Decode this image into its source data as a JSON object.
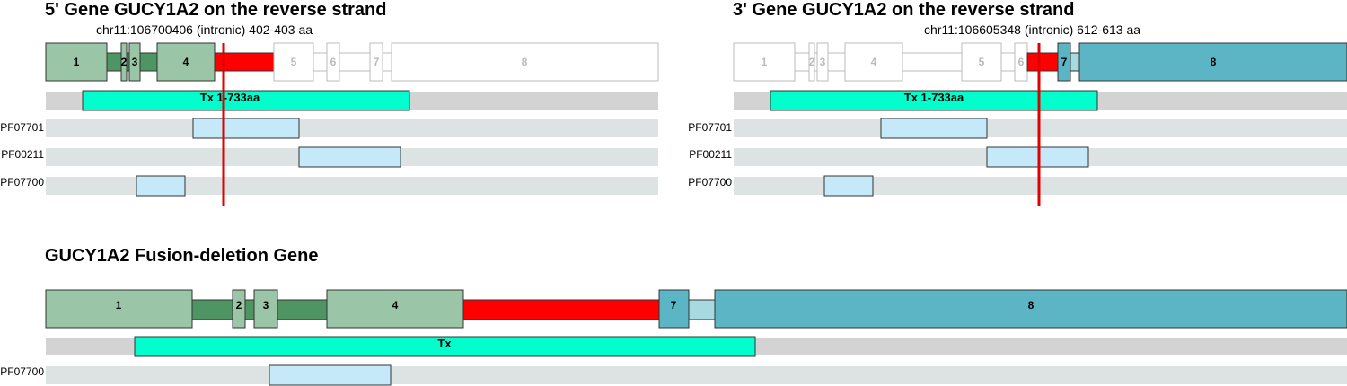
{
  "colors": {
    "exon_5p": "#9bc5a7",
    "intron_5p": "#4f9564",
    "exon_3p": "#5cb5c5",
    "intron_3p": "#a7d9e0",
    "outline_exon": "#bbbbbb",
    "breakpoint_segment": "#ff0000",
    "breakpoint_line": "#e00000",
    "track_gray": "#d3d3d3",
    "track_light": "#dde3e3",
    "tx_box": "#00ffcc",
    "domain_box": "#c6e9fa"
  },
  "panel_5p": {
    "title": "5' Gene GUCY1A2 on the reverse strand",
    "subtitle": "chr11:106700406 (intronic) 402-403 aa",
    "tx_label": "Tx 1-733aa",
    "exon_labels": [
      "1",
      "2",
      "3",
      "4",
      "5",
      "6",
      "7",
      "8"
    ],
    "domains": [
      "PF07701",
      "PF00211",
      "PF07700"
    ]
  },
  "panel_3p": {
    "title": "3' Gene GUCY1A2 on the reverse strand",
    "subtitle": "chr11:106605348 (intronic) 612-613 aa",
    "tx_label": "Tx 1-733aa",
    "exon_labels": [
      "1",
      "2",
      "3",
      "4",
      "5",
      "6",
      "7",
      "8"
    ],
    "domains": [
      "PF07701",
      "PF00211",
      "PF07700"
    ]
  },
  "panel_fusion": {
    "title": "GUCY1A2 Fusion-deletion Gene",
    "tx_label": "Tx",
    "exon_labels": [
      "1",
      "2",
      "3",
      "4",
      "7",
      "8"
    ],
    "domains": [
      "PF07700"
    ]
  }
}
